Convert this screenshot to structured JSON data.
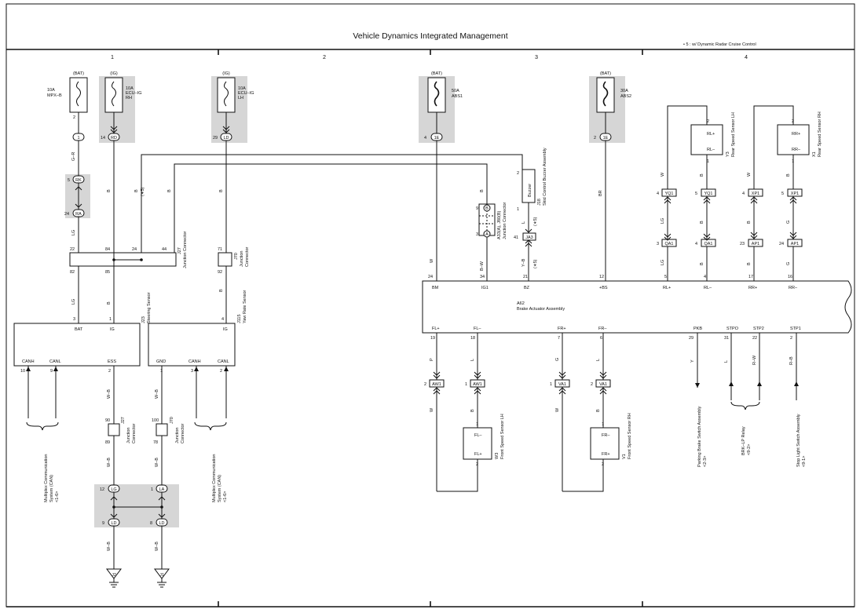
{
  "header": {
    "title": "Vehicle Dynamics Integrated Management",
    "note": "• 5 : w/ Dynamic Radar Cruise Control",
    "columns": [
      "1",
      "2",
      "3",
      "4"
    ]
  },
  "fuses": [
    {
      "source": "(BAT)",
      "name": "10A\nMPX–B",
      "pin": "2",
      "conn": "1",
      "conn_pin": ""
    },
    {
      "source": "(IG)",
      "name": "10A\nECU–IG\nRH",
      "pin": "",
      "conn": "RD",
      "conn_pin": "14"
    },
    {
      "source": "(IG)",
      "name": "10A\nECU–IG\nLH",
      "pin": "",
      "conn": "LD",
      "conn_pin": "29"
    },
    {
      "source": "(BAT)",
      "name": "50A\nABS1",
      "pin": "",
      "conn": "1E",
      "conn_pin": "4"
    },
    {
      "source": "(BAT)",
      "name": "30A\nABS2",
      "pin": "",
      "conn": "1E",
      "conn_pin": "2"
    }
  ],
  "components": {
    "j27": "J27\nJunction Connector",
    "j70": "J70\nJunction\nConnector",
    "j23": "J23\nSteering Sensor",
    "j115": "J115\nYaw Rate Sensor",
    "a33": "A33(A), J80(B)\nJunction Connector",
    "j18": "J18\nSkid Control Buzzer Assembly",
    "buzzer": "Buzzer",
    "a62": "A62\nBrake Actuator Assembly",
    "y3": "Y3\nRear Speed Sensor LH",
    "x1": "X1\nRear Speed Sensor RH",
    "w3": "W3\nFront Speed Sensor LH",
    "v1": "V1\nFront Speed Sensor RH",
    "j27b": "J27\nJunction\nConnector",
    "j70b": "J70\nJunction\nConnector",
    "can1": "Multiplex Communication\nSystem (CAN)\n<1-6>",
    "can2": "Multiplex Communication\nSystem (CAN)\n<1-6>",
    "pkb": "Parking Brake Switch Assembly\n<2-3>",
    "brk": "BRK–LP Relay\n<9-2>",
    "stop": "Stop Light Switch Assembly\n<9-1>"
  },
  "a62_pins_top": [
    {
      "name": "BM",
      "num": "24"
    },
    {
      "name": "IG1",
      "num": "34"
    },
    {
      "name": "BZ",
      "num": "21"
    },
    {
      "name": "+BS",
      "num": "12"
    },
    {
      "name": "RL+",
      "num": "5"
    },
    {
      "name": "RL–",
      "num": "4"
    },
    {
      "name": "RR+",
      "num": "17"
    },
    {
      "name": "RR–",
      "num": "16"
    }
  ],
  "a62_pins_bottom": [
    {
      "name": "FL+",
      "num": "19"
    },
    {
      "name": "FL–",
      "num": "18"
    },
    {
      "name": "FR+",
      "num": "7"
    },
    {
      "name": "FR–",
      "num": "6"
    },
    {
      "name": "PKB",
      "num": "29"
    },
    {
      "name": "STPO",
      "num": "31"
    },
    {
      "name": "STP2",
      "num": "22"
    },
    {
      "name": "STP1",
      "num": "2"
    }
  ],
  "j23_pins": {
    "bat": "BAT",
    "ig": "IG",
    "canh": "CANH",
    "canl": "CANL",
    "ess": "ESS",
    "n3": "3",
    "n1": "1",
    "n10": "10",
    "n9": "9",
    "n2": "2"
  },
  "j115_pins": {
    "ig": "IG",
    "gnd": "GND",
    "canh": "CANH",
    "canl": "CANL",
    "n4": "4",
    "n1": "1",
    "n3": "3",
    "n2": "2"
  },
  "sensor_pins": {
    "rl_plus": "RL+",
    "rl_minus": "RL–",
    "rr_plus": "RR+",
    "rr_minus": "RR–",
    "fl_minus": "FL–",
    "fl_plus": "FL+",
    "fr_minus": "FR–",
    "fr_plus": "FR+"
  },
  "connectors": {
    "rk": "RK",
    "ra": "RA",
    "lg": "LG",
    "la": "LA",
    "ld": "LD",
    "yq1": "YQ1",
    "qa1": "QA1",
    "xp1": "XP1",
    "ap1": "AP1",
    "ja3": "JA3",
    "aw1": "AW1",
    "va1": "VA1",
    "b": "B",
    "a": "A"
  },
  "wire_colors": {
    "gr": "G–R",
    "lg": "LG",
    "b": "B",
    "w": "W",
    "bw": "B–W",
    "yb": "Y–B",
    "l": "L",
    "br": "BR",
    "g": "G",
    "p": "P",
    "wb": "W–B",
    "y": "Y",
    "rw": "R–W",
    "rb": "R–B"
  },
  "pin_numbers": {
    "n5": "5",
    "n24": "24",
    "n22": "22",
    "n84": "84",
    "n82": "82",
    "n85": "85",
    "n44": "44",
    "n71": "71",
    "n92": "92",
    "n9": "9",
    "n3": "3",
    "n2": "2",
    "n1": "1",
    "n41": "41",
    "n4": "4",
    "n23": "23",
    "n90": "90",
    "n89": "89",
    "n100": "100",
    "n78": "78",
    "n12": "12",
    "n8": "8",
    "n19": "19",
    "n18": "18",
    "n7": "7",
    "n6": "6",
    "n29": "29",
    "n31": "31",
    "n22b": "22",
    "n2b": "2"
  },
  "marks": {
    "star5": "(∗5)"
  },
  "grounds": [
    "J2",
    "J1"
  ]
}
